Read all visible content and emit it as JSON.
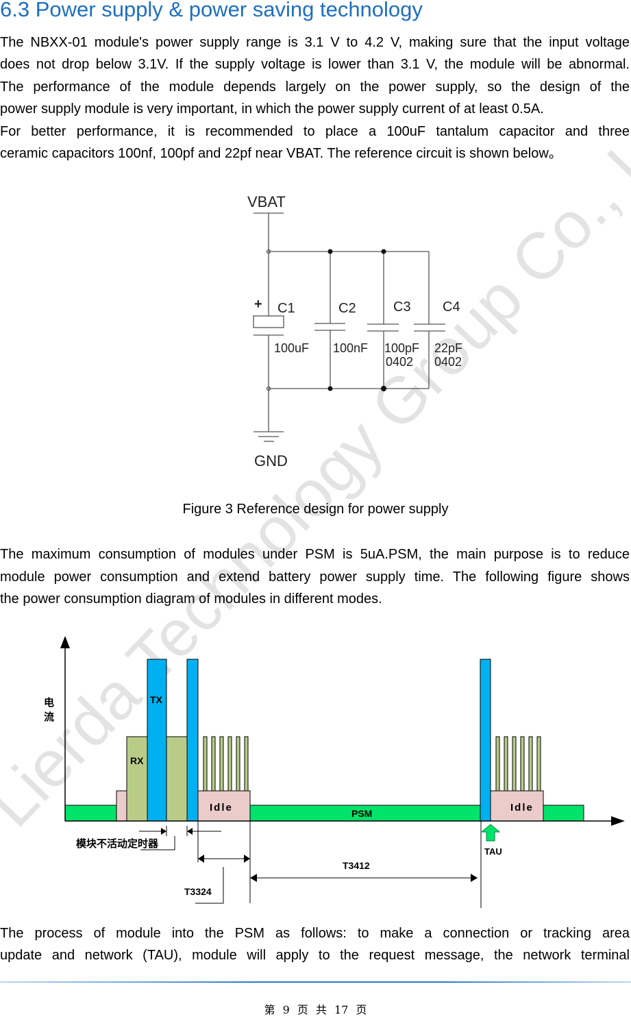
{
  "heading": "6.3 Power supply & power saving technology",
  "paragraph1": [
    "The NBXX-01 module's power supply range is 3.1 V to 4.2 V, making sure that the input voltage",
    "does not drop below 3.1V. If the supply voltage is lower than 3.1 V, the module will be abnormal.",
    "The performance of the module depends largely on the power supply, so the design of the",
    "power supply module is very important, in which the power supply current of at least 0.5A."
  ],
  "paragraph2": [
    "For better performance, it is recommended to place a 100uF tantalum capacitor and three",
    "ceramic capacitors 100nf, 100pf and 22pf near VBAT. The reference circuit is shown below。"
  ],
  "circuit": {
    "vbat": "VBAT",
    "gnd": "GND",
    "plus": "+",
    "caps": [
      {
        "ref": "C1",
        "value": "100uF",
        "package": ""
      },
      {
        "ref": "C2",
        "value": "100nF",
        "package": ""
      },
      {
        "ref": "C3",
        "value": "100pF",
        "package": "0402"
      },
      {
        "ref": "C4",
        "value": "22pF",
        "package": "0402"
      }
    ]
  },
  "figure_caption": "Figure 3 Reference design for power supply",
  "paragraph3": [
    "The maximum consumption of modules under PSM is 5uA.PSM, the main purpose is to reduce",
    "module power consumption and extend battery power supply time. The following figure shows",
    "the power consumption diagram of modules in different modes."
  ],
  "psm_diagram": {
    "y_label_1": "电",
    "y_label_2": "流",
    "tx": "TX",
    "rx": "RX",
    "idle1": "Idle",
    "idle2": "Idle",
    "psm": "PSM",
    "inactivity_timer": "模块不活动定时器",
    "tau": "TAU",
    "t3412": "T3412",
    "t3324": "T3324",
    "colors": {
      "psm": "#00e36a",
      "tx": "#00b0f0",
      "rx": "#b8cc88",
      "idle": "#ebcccb"
    }
  },
  "paragraph4": [
    "The process of module into the PSM as follows: to make a connection or tracking area",
    "update and network (TAU), module will apply to the request message, the network terminal"
  ],
  "watermark": "Lierda Technology Group Co., Ltd.",
  "footer": "第 9 页 共 17 页"
}
